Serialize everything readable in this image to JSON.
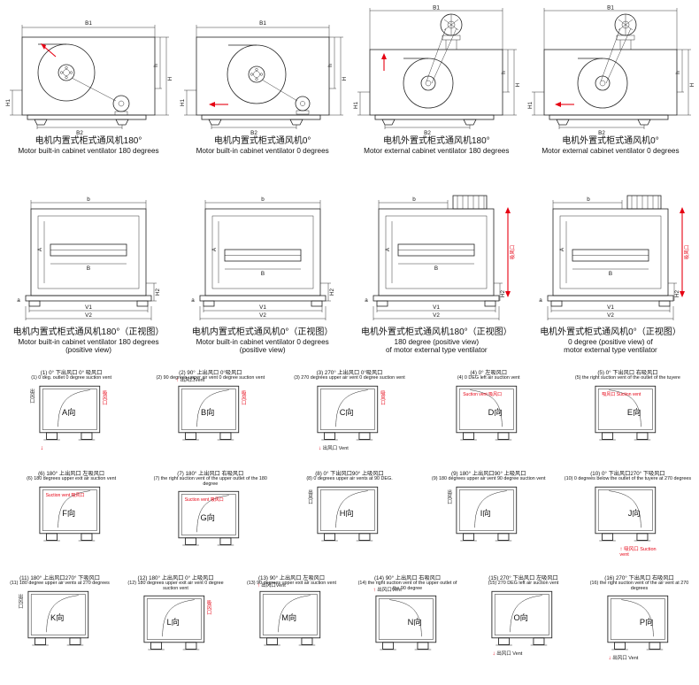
{
  "colors": {
    "line": "#222222",
    "red": "#e60012",
    "text": "#111111",
    "background": "#ffffff"
  },
  "icons": {
    "up_arrow": "↑",
    "down_arrow": "↓"
  },
  "dims": {
    "B1": "B1",
    "B2": "B2",
    "H": "H",
    "H1": "H1",
    "h": "h",
    "b": "b",
    "A": "A",
    "B": "B",
    "H2": "H2",
    "V1": "V1",
    "V2": "V2",
    "a": "a"
  },
  "annotations": {
    "vent_cn": "出风口",
    "vent_en": "Vent",
    "suction_cn": "吸风口",
    "suction_en": "Suction vent",
    "vent_combo": "出风口Vent",
    "vent_combo_sp": "出风口 Vent",
    "suction_combo": "Suction vent 吸风口",
    "suction_combo2": "吸风口 Suction vent"
  },
  "row1": {
    "panels": [
      {
        "cn": "电机内置式柜式通风机180°",
        "en": "Motor built-in cabinet ventilator 180 degrees"
      },
      {
        "cn": "电机内置式柜式通风机0°",
        "en": "Motor built-in cabinet ventilator 0 degrees"
      },
      {
        "cn": "电机外置式柜式通风机180°",
        "en": "Motor external cabinet ventilator 180 degrees"
      },
      {
        "cn": "电机外置式柜式通风机0°",
        "en": "Motor external cabinet ventilator 0 degrees"
      }
    ]
  },
  "row2": {
    "panels": [
      {
        "cn": "电机内置式柜式通风机180°（正视图）",
        "en1": "Motor built-in cabinet ventilator 180 degrees",
        "en2": "(positive view)"
      },
      {
        "cn": "电机内置式柜式通风机0°（正视图）",
        "en1": "Motor built-in cabinet ventilator 0 degrees",
        "en2": "(positive view)"
      },
      {
        "cn": "电机外置式柜式通风机180°（正视图）",
        "en1": "180 degree (positive view)",
        "en2": "of motor external type ventilator"
      },
      {
        "cn": "电机外置式柜式通风机0°（正视图）",
        "en1": "0 degree (positive view) of",
        "en2": "motor external type ventilator"
      }
    ]
  },
  "grid": {
    "cells": [
      {
        "cn": "(1) 0° 下出风口 0° 吸风口",
        "en": "(1) 0 deg. outlet 0 degree suction vent",
        "label": "A向"
      },
      {
        "cn": "(2) 90° 上出风口 0°吸风口",
        "en": "(2) 90 degrees upper air vent 0 degree suction vent",
        "label": "B向"
      },
      {
        "cn": "(3) 270° 上出风口 0°吸风口",
        "en": "(3) 270 degrees upper air vent 0 degree suction vent",
        "label": "C向"
      },
      {
        "cn": "(4) 0° 左吸风口",
        "en": "(4) 0 DEG left air suction vent",
        "label": "D向"
      },
      {
        "cn": "(5) 0° 下出风口 右吸风口",
        "en": "(5) the right suction vent of the outlet of the tuyere",
        "label": "E向"
      },
      {
        "cn": "(6) 180° 上出风口 左吸风口",
        "en": "(6) 180 degrees upper exit air suction vent",
        "label": "F向"
      },
      {
        "cn": "(7) 180° 上出风口 右吸风口",
        "en": "(7) the right suction vent of the upper outlet of the 180 degree",
        "label": "G向"
      },
      {
        "cn": "(8) 0° 下出风口90° 上吸风口",
        "en": "(8) 0 degrees upper air vents at 90 DEG.",
        "label": "H向"
      },
      {
        "cn": "(9) 180° 上出风口90° 上吸风口",
        "en": "(9) 180 degrees upper air vent 90 degree suction vent",
        "label": "I向"
      },
      {
        "cn": "(10) 0° 下出风口270° 下吸风口",
        "en": "(10) 0 degrees below the outlet of the tuyere at 270 degrees",
        "label": "J向"
      },
      {
        "cn": "(11) 180° 上出风口270° 下吸风口",
        "en": "(11) 180 degree upper air vents at 270 degrees",
        "label": "K向"
      },
      {
        "cn": "(12) 180° 上出风口 0° 上吸风口",
        "en": "(12) 180 degrees upper exit air vent 0 degree suction vent",
        "label": "L向"
      },
      {
        "cn": "(13) 90° 上出风口 左吸风口",
        "en": "(13) 90 degrees upper exit air suction vent",
        "label": "M向"
      },
      {
        "cn": "(14) 90° 上出风口 右吸风口",
        "en": "(14) the right suction vent of the upper outlet of the 90 degree",
        "label": "N向"
      },
      {
        "cn": "(15) 270° 下出风口 左吸风口",
        "en": "(15) 270 DEG left air suction vent",
        "label": "O向"
      },
      {
        "cn": "(16) 270° 下出风口 右吸风口",
        "en": "(16) the right suction vent of the air vent at 270 degrees",
        "label": "P向"
      }
    ]
  }
}
